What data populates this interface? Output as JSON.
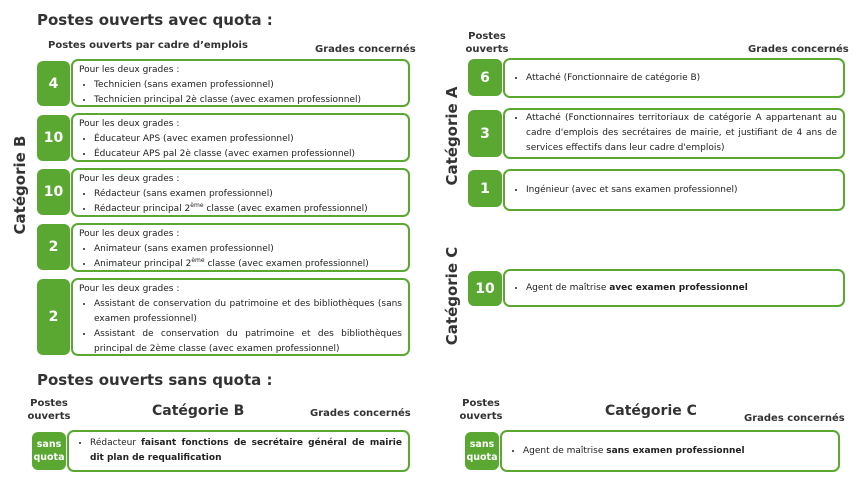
{
  "quota": {
    "title": "Postes ouverts avec quota :",
    "cat_b": {
      "vertical_label": "Catégorie B",
      "col_left": "Postes ouverts par cadre d’emplois",
      "col_right": "Grades concernés",
      "rows": [
        {
          "count": "4",
          "intro": "Pour les deux grades :",
          "grades": [
            "Technicien (sans examen professionnel)",
            "Technicien principal 2è classe (avec examen professionnel)"
          ]
        },
        {
          "count": "10",
          "intro": "Pour les deux grades :",
          "grades": [
            "Éducateur APS (avec examen professionnel)",
            "Éducateur APS pal 2è classe (avec examen professionnel)"
          ]
        },
        {
          "count": "10",
          "intro": "Pour les deux grades :",
          "grades": [
            "Rédacteur (sans examen professionnel)"
          ],
          "g2_pre": "Rédacteur principal 2",
          "g2_sup": "ème",
          "g2_post": " classe (avec examen professionnel)"
        },
        {
          "count": "2",
          "intro": "Pour les deux grades :",
          "grades": [
            "Animateur (sans examen professionnel)"
          ],
          "g2_pre": "Animateur principal 2",
          "g2_sup": "ème",
          "g2_post": " classe (avec examen professionnel)"
        },
        {
          "count": "2",
          "intro": "Pour les deux grades :",
          "grades": [
            "Assistant de conservation du patrimoine et des bibliothèques (sans examen professionnel)",
            "Assistant de conservation du patrimoine et des bibliothèques principal de 2ème classe (avec examen professionnel)"
          ]
        }
      ]
    },
    "cat_a": {
      "vertical_label": "Catégorie A",
      "col_left": "Postes ouverts",
      "col_right": "Grades concernés",
      "rows": [
        {
          "count": "6",
          "text": "Attaché (Fonctionnaire de catégorie B)"
        },
        {
          "count": "3",
          "text": "Attaché (Fonctionnaires territoriaux de catégorie A appartenant au cadre d'emplois des secrétaires de mairie, et justifiant de 4 ans de services effectifs dans leur cadre d'emplois)"
        },
        {
          "count": "1",
          "text": "Ingénieur (avec et sans examen professionnel)"
        }
      ]
    },
    "cat_c": {
      "vertical_label": "Catégorie C",
      "rows": [
        {
          "count": "10",
          "text_pre": "Agent de maîtrise ",
          "text_bold": "avec examen professionnel"
        }
      ]
    }
  },
  "sans_quota": {
    "title": "Postes ouverts sans quota :",
    "left": {
      "col_left": "Postes ouverts",
      "category": "Catégorie B",
      "col_right": "Grades concernés",
      "count": "sans quota",
      "text_pre": "Rédacteur ",
      "text_bold": "faisant fonctions de secrétaire général de mairie dit plan de requalification"
    },
    "right": {
      "col_left": "Postes ouverts",
      "category": "Catégorie C",
      "col_right": "Grades concernés",
      "count": "sans quota",
      "text_pre": "Agent de maîtrise ",
      "text_bold": "sans examen professionnel"
    }
  },
  "colors": {
    "accent": "#5aa832"
  }
}
